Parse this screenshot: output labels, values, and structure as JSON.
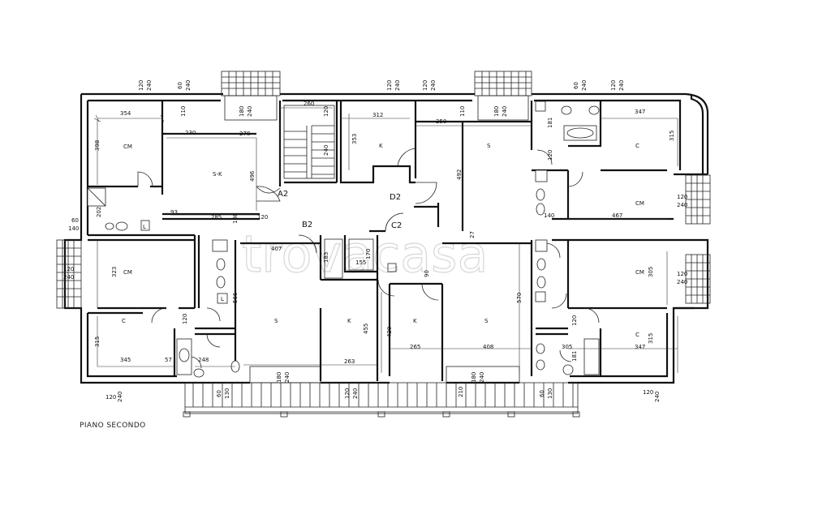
{
  "title": "PIANO SECONDO",
  "watermark": "trovacasa",
  "stairs": {
    "A2": "A2",
    "B2": "B2",
    "C2": "C2",
    "D2": "D2"
  },
  "rooms": {
    "cm_nw": "CM",
    "sk": "S-K",
    "k_n1": "K",
    "s_n": "S",
    "c_ne": "C",
    "cm_e1": "CM",
    "cm_w": "CM",
    "c_sw": "C",
    "s_sw": "S",
    "k_sw": "K",
    "k_s": "K",
    "s_s": "S",
    "cm_e2": "CM",
    "c_se": "C",
    "l1": "L",
    "l2": "L"
  },
  "dims": {
    "d120a": "120",
    "d240a": "240",
    "d60a": "60",
    "d240b": "240",
    "d180a": "180",
    "d240c": "240",
    "d260": "260",
    "d120b": "120",
    "d354": "354",
    "d110a": "110",
    "d230": "230",
    "d278": "278",
    "d398": "398",
    "d496": "496",
    "d240d": "240",
    "d312": "312",
    "d110b": "110",
    "d250": "250",
    "d353": "353",
    "d492": "492",
    "d120c": "120",
    "d240e": "240",
    "d120d": "120",
    "d240f": "240",
    "d180b": "180",
    "d240g": "240",
    "d60b": "60",
    "d240h": "240",
    "d120e": "120",
    "d240i": "240",
    "d347a": "347",
    "d315a": "315",
    "d181a": "181",
    "d120f": "120",
    "d467": "467",
    "d140a": "140",
    "d120g": "120",
    "d240j": "240",
    "d202": "202",
    "d93": "93",
    "d285": "285",
    "d108": "108",
    "d120h": "120",
    "d60c": "60",
    "d140b": "140",
    "d407": "407",
    "d183": "183",
    "d155": "155",
    "d170": "170",
    "d27": "27",
    "d120i": "120",
    "d240k": "240",
    "d323": "323",
    "d566": "566",
    "d90": "90",
    "d570": "570",
    "d305a": "305",
    "d120j": "120",
    "d240l": "240",
    "d120k": "120",
    "d315b": "315",
    "d420": "420",
    "d455": "455",
    "d120l": "120",
    "d345": "345",
    "d57": "57",
    "d248": "248",
    "d263": "263",
    "d265": "265",
    "d408": "408",
    "d305b": "305",
    "d181b": "181",
    "d347b": "347",
    "d315c": "315",
    "d120m": "120",
    "d240m": "240",
    "d60d": "60",
    "d130a": "130",
    "d180c": "180",
    "d240n": "240",
    "d120n": "120",
    "d240o": "240",
    "d210": "210",
    "d180d": "180",
    "d240p": "240",
    "d60e": "60",
    "d130b": "130",
    "d120o": "120",
    "d240q": "240"
  }
}
